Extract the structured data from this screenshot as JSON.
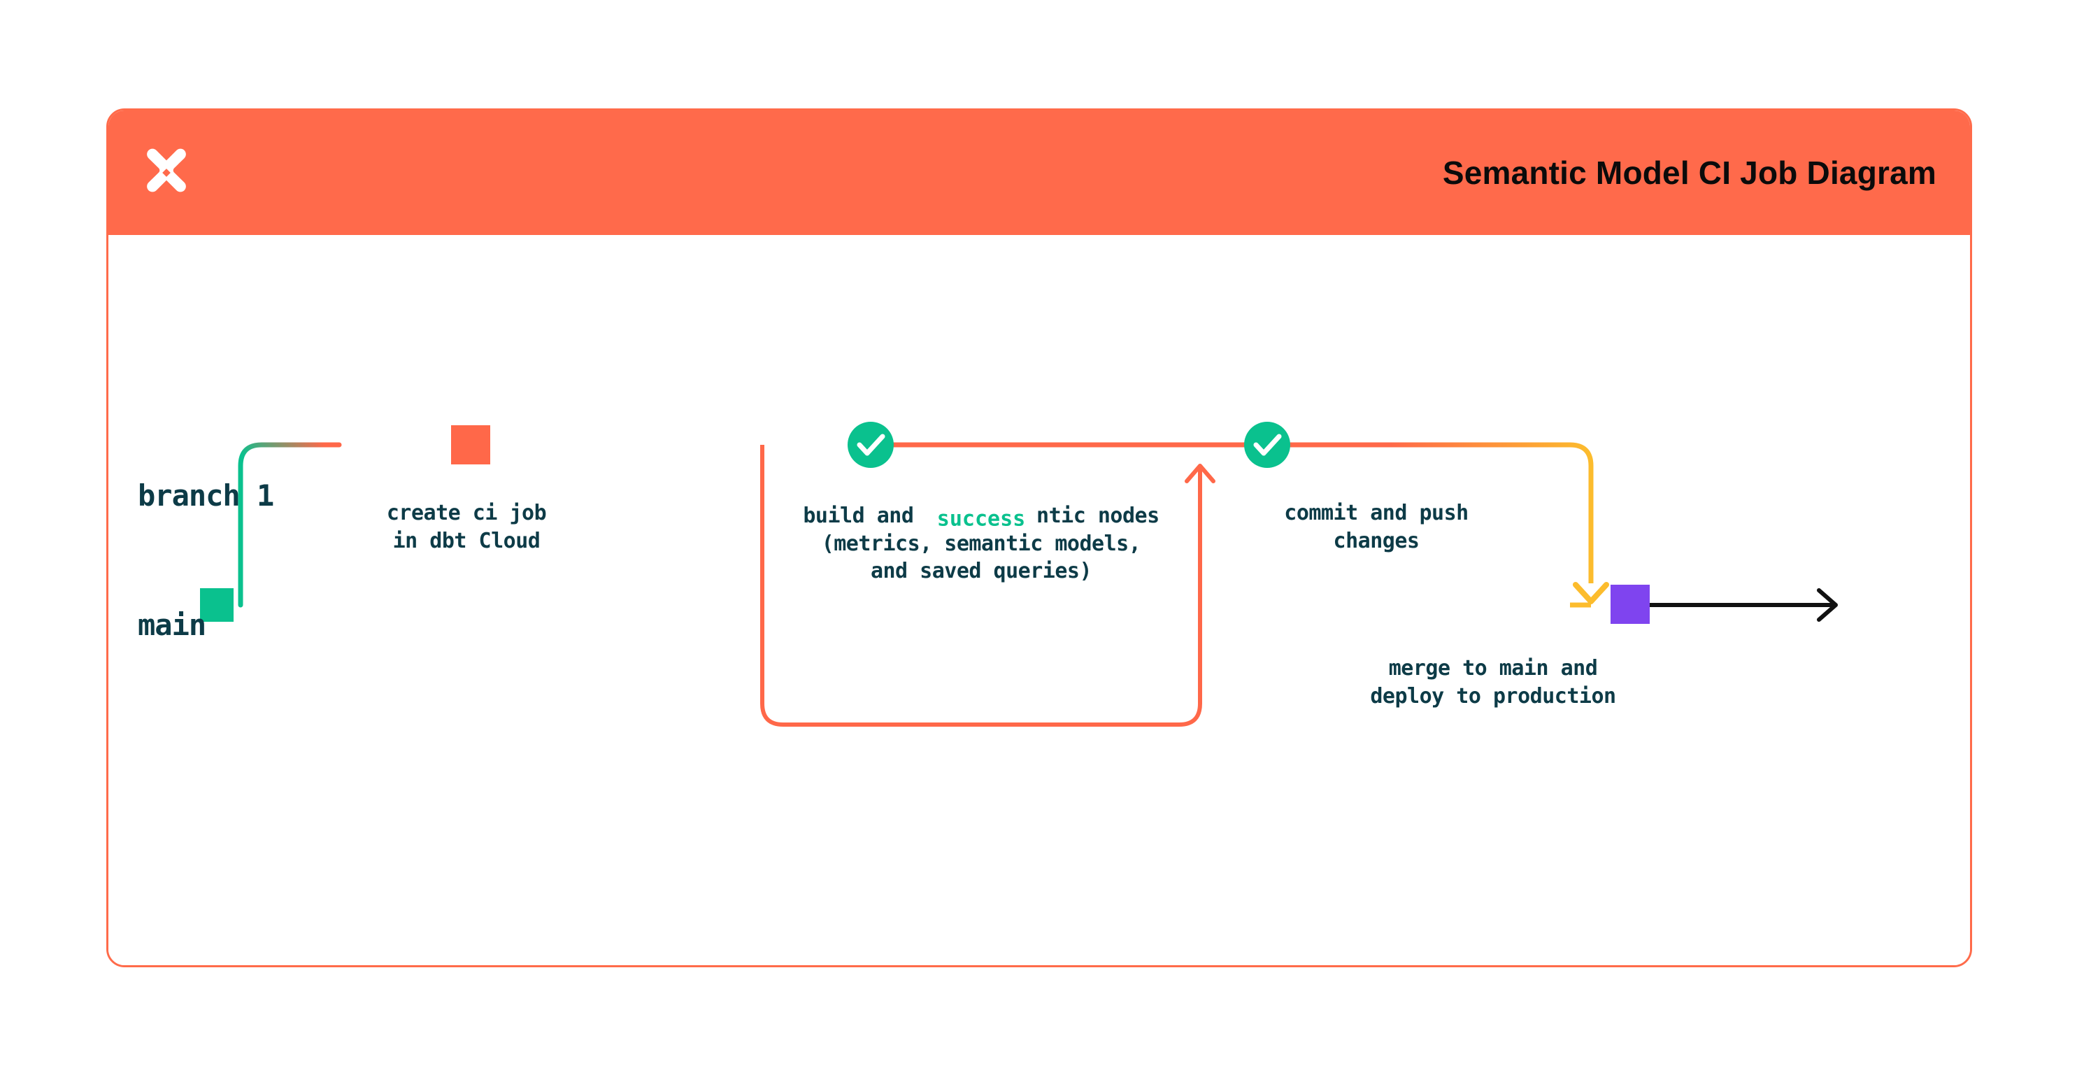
{
  "header": {
    "title": "Semantic Model CI Job Diagram",
    "logo_icon": "dbt-x-logo-icon",
    "background_color": "#ff6a4b",
    "title_color": "#0b0b0b"
  },
  "card": {
    "border_color": "#ff6b4a",
    "background_color": "#ffffff"
  },
  "diagram": {
    "type": "git-branch-flow",
    "lanes": [
      {
        "id": "branch-1",
        "label": "branch 1",
        "color": "#ff6849"
      },
      {
        "id": "main",
        "label": "main",
        "color": "#0ac18e"
      }
    ],
    "nodes": [
      {
        "id": "create-ci-job",
        "label": "create ci job\nin dbt Cloud",
        "marker": "square",
        "color": "#ff6849",
        "lane": "branch-1"
      },
      {
        "id": "build-and-test",
        "label": "build and test semantic nodes\n(metrics, semantic models,\nand saved queries)",
        "marker": "check-circle",
        "color": "#0ac18e",
        "lane": "branch-1"
      },
      {
        "id": "commit-and-push",
        "label": "commit and push\nchanges",
        "marker": "check-circle",
        "color": "#0ac18e",
        "lane": "branch-1"
      },
      {
        "id": "merge-to-main",
        "label": "merge to main and\ndeploy to production",
        "marker": "square",
        "color": "#7f44ef",
        "lane": "main"
      }
    ],
    "edges": [
      {
        "id": "success-loop",
        "label": "success",
        "label_color": "#0ac18e",
        "path_color": "#ff6849",
        "from": "build-and-test",
        "to": "build-and-test"
      },
      {
        "id": "merge-edge",
        "label": "",
        "path_color": "#fcbc2d",
        "from": "commit-and-push",
        "to": "merge-to-main"
      }
    ],
    "colors": {
      "orange": "#ff6849",
      "green": "#0ac18e",
      "teal": "#0ac18e",
      "yellow": "#fcbc2d",
      "purple": "#7f44ef",
      "navy": "#0d3b47",
      "black": "#111111"
    }
  }
}
